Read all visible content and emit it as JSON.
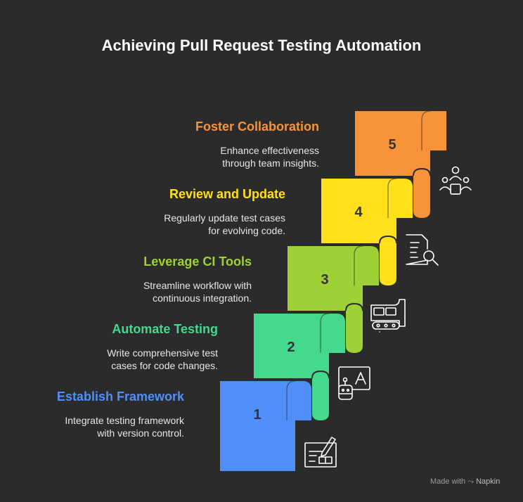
{
  "title": "Achieving Pull Request Testing Automation",
  "steps": [
    {
      "number": "1",
      "title": "Establish Framework",
      "line1": "Integrate testing framework",
      "line2": "with version control.",
      "color": "#4f8ff7",
      "icon": "document-edit-icon"
    },
    {
      "number": "2",
      "title": "Automate Testing",
      "line1": "Write comprehensive test",
      "line2": "cases for code changes.",
      "color": "#45d98e",
      "icon": "robot-text-icon"
    },
    {
      "number": "3",
      "title": "Leverage CI Tools",
      "line1": "Streamline workflow with",
      "line2": "continuous integration.",
      "color": "#9ed136",
      "icon": "conveyor-icon"
    },
    {
      "number": "4",
      "title": "Review and Update",
      "line1": "Regularly update test cases",
      "line2": "for evolving code.",
      "color": "#ffe01a",
      "icon": "document-search-icon"
    },
    {
      "number": "5",
      "title": "Foster Collaboration",
      "line1": "Enhance effectiveness",
      "line2": "through team insights.",
      "color": "#f7943a",
      "icon": "team-meeting-icon"
    }
  ],
  "footer": {
    "made_with": "Made with",
    "brand": "Napkin"
  }
}
